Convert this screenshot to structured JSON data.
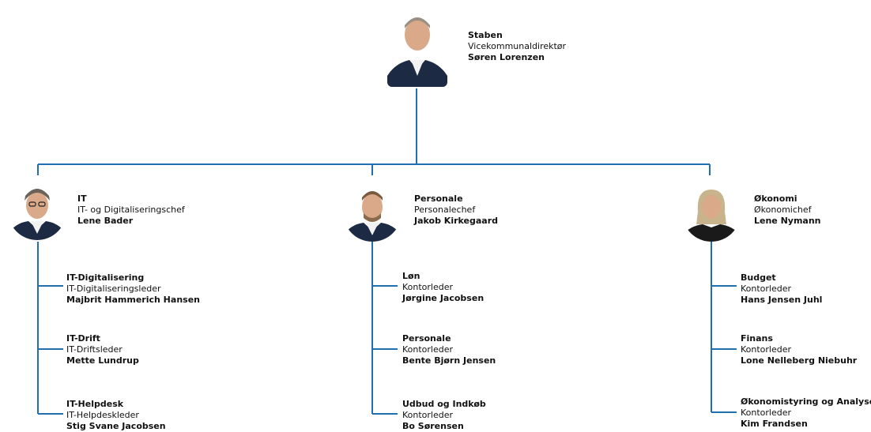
{
  "colors": {
    "line": "#1f6fb2",
    "suit": "#1c2a44",
    "shirt": "#f2f2f2",
    "skin": "#d9a989",
    "hair_grey": "#9a8f85",
    "hair_light": "#c8b48c"
  },
  "director": {
    "unit": "Staben",
    "title": "Vicekommunaldirektør",
    "name": "Søren Lorenzen",
    "avatar_icon": "person-portrait-icon"
  },
  "divisions": [
    {
      "unit": "IT",
      "title": "IT- og Digitaliseringschef",
      "name": "Lene Bader",
      "avatar_icon": "person-portrait-icon",
      "subunits": [
        {
          "unit": "IT-Digitalisering",
          "title": "IT-Digitaliseringsleder",
          "name": "Majbrit Hammerich Hansen"
        },
        {
          "unit": "IT-Drift",
          "title": "IT-Driftsleder",
          "name": "Mette Lundrup"
        },
        {
          "unit": "IT-Helpdesk",
          "title": "IT-Helpdeskleder",
          "name": "Stig Svane Jacobsen"
        }
      ]
    },
    {
      "unit": "Personale",
      "title": "Personalechef",
      "name": "Jakob Kirkegaard",
      "avatar_icon": "person-portrait-icon",
      "subunits": [
        {
          "unit": "Løn",
          "title": "Kontorleder",
          "name": "Jørgine Jacobsen"
        },
        {
          "unit": "Personale",
          "title": "Kontorleder",
          "name": "Bente Bjørn Jensen"
        },
        {
          "unit": "Udbud og Indkøb",
          "title": "Kontorleder",
          "name": "Bo Sørensen"
        }
      ]
    },
    {
      "unit": "Økonomi",
      "title": "Økonomichef",
      "name": "Lene Nymann",
      "avatar_icon": "person-portrait-icon",
      "subunits": [
        {
          "unit": "Budget",
          "title": "Kontorleder",
          "name": "Hans Jensen Juhl"
        },
        {
          "unit": "Finans",
          "title": "Kontorleder",
          "name": "Lone Nelleberg Niebuhr"
        },
        {
          "unit": "Økonomistyring og Analyse",
          "title": "Kontorleder",
          "name": "Kim Frandsen"
        }
      ]
    }
  ]
}
